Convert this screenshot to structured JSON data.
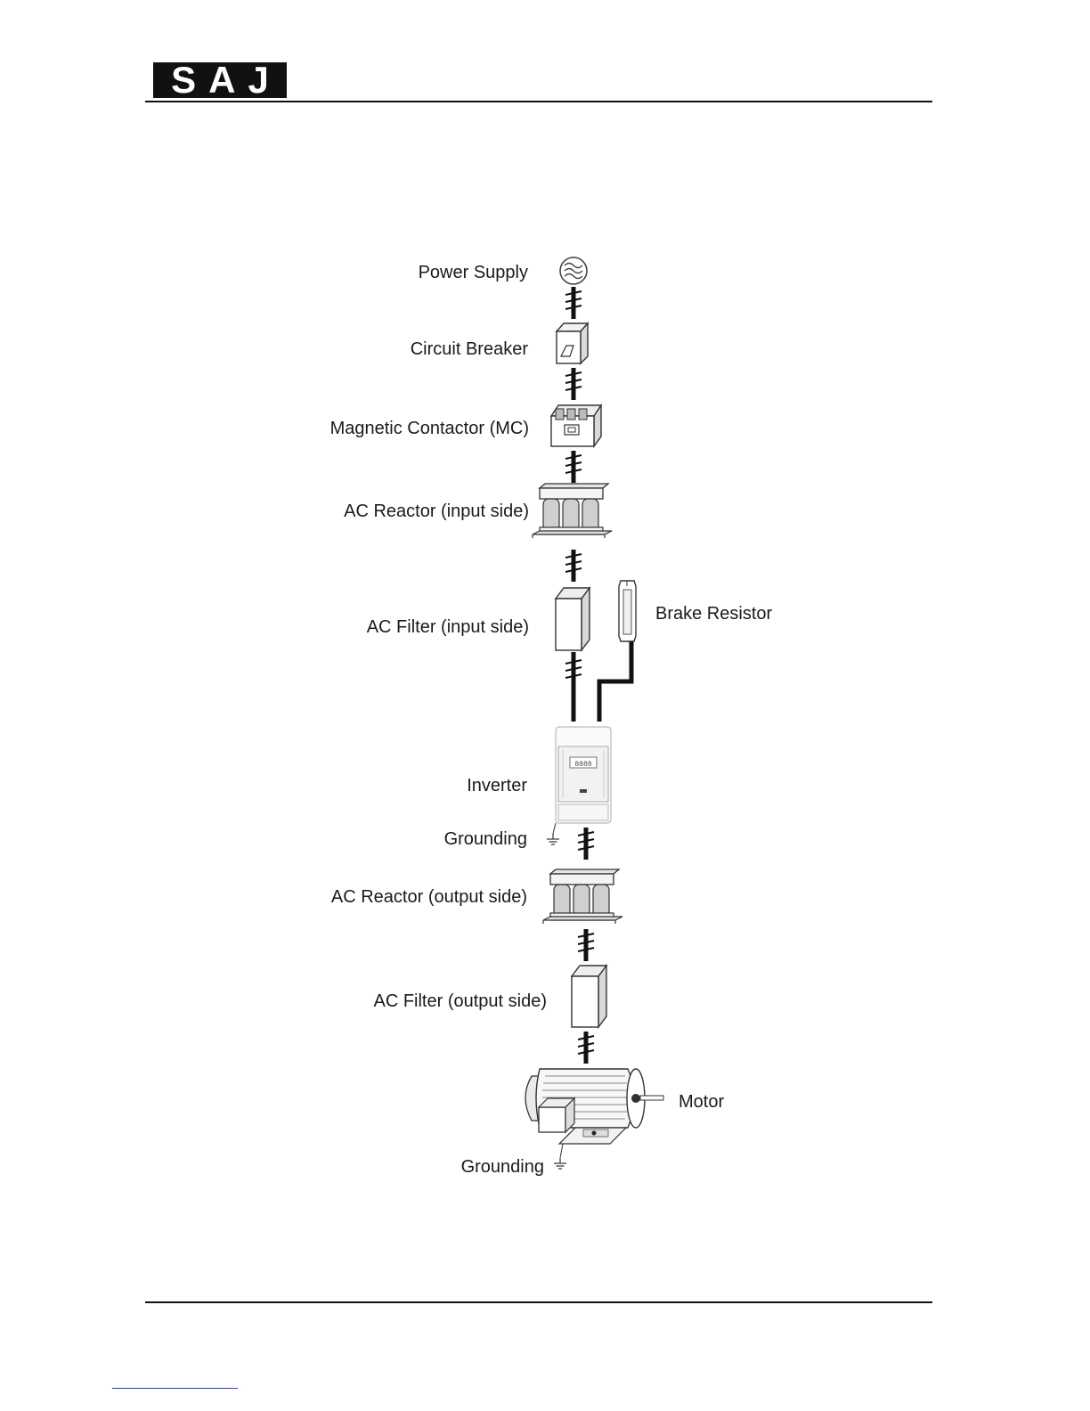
{
  "header": {
    "logo_text": "SAJ"
  },
  "diagram": {
    "labels": {
      "power_supply": "Power Supply",
      "circuit_breaker": "Circuit Breaker",
      "magnetic_contactor": "Magnetic Contactor (MC)",
      "ac_reactor_input": "AC Reactor (input side)",
      "ac_filter_input": "AC Filter (input side)",
      "brake_resistor": "Brake Resistor",
      "inverter": "Inverter",
      "grounding_inverter": "Grounding",
      "ac_reactor_output": "AC Reactor (output side)",
      "ac_filter_output": "AC Filter (output side)",
      "motor": "Motor",
      "grounding_motor": "Grounding"
    }
  }
}
